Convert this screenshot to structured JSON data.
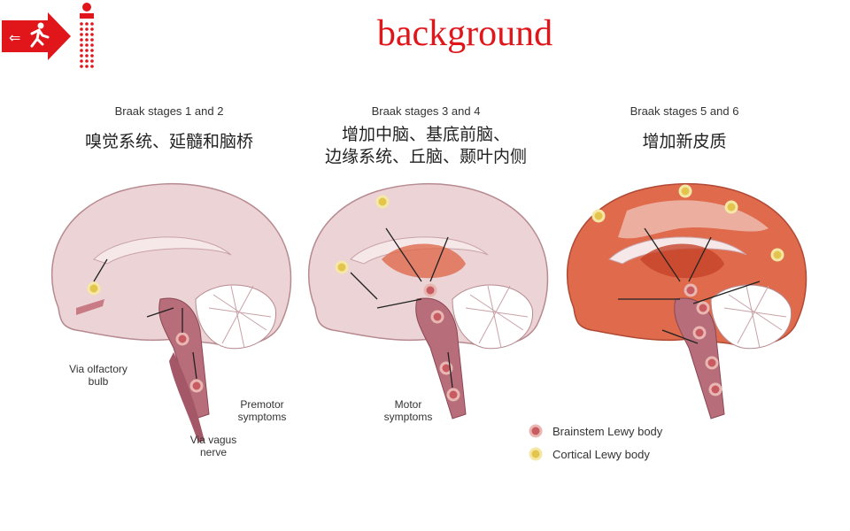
{
  "title": "background",
  "nav": {
    "exit_icon": "exit-running-person-icon"
  },
  "panels": [
    {
      "stage": "Braak stages 1 and 2",
      "regions": [
        "嗅觉系统、延髓和脑桥"
      ]
    },
    {
      "stage": "Braak stages 3 and 4",
      "regions": [
        "增加中脑、基底前脑、",
        "边缘系统、丘脑、颞叶内侧"
      ]
    },
    {
      "stage": "Braak stages 5 and 6",
      "regions": [
        "增加新皮质"
      ]
    }
  ],
  "annotations": {
    "olfactory": "Via olfactory bulb",
    "vagus": "Via vagus nerve",
    "premotor": "Premotor symptoms",
    "motor": "Motor symptoms"
  },
  "legend": [
    {
      "label": "Brainstem Lewy body",
      "color": "#c85a62",
      "ring": "#e9b7b2"
    },
    {
      "label": "Cortical Lewy body",
      "color": "#e3c54d",
      "ring": "#f5e7a5"
    }
  ],
  "colors": {
    "title": "#e0161b",
    "brain": "#ecd3d5",
    "affected": "#df6a4c",
    "brainstem": "#b86d7a"
  }
}
